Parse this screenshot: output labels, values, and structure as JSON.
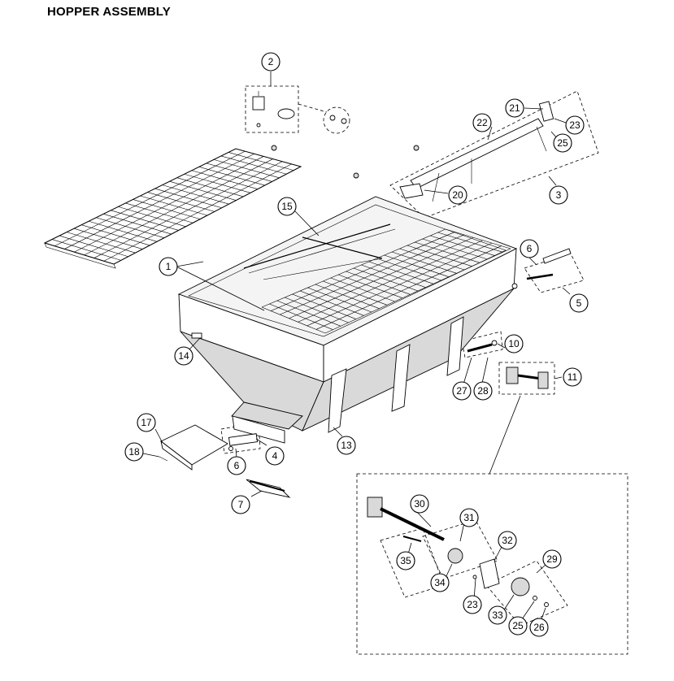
{
  "title": "HOPPER ASSEMBLY",
  "callouts": [
    "1",
    "2",
    "3",
    "4",
    "5",
    "6",
    "7",
    "10",
    "11",
    "13",
    "14",
    "15",
    "17",
    "18",
    "20",
    "21",
    "22",
    "23",
    "25",
    "27",
    "28",
    "6",
    "30",
    "31",
    "32",
    "35",
    "34",
    "23",
    "33",
    "25",
    "26",
    "29"
  ],
  "colors": {
    "line": "#000000",
    "background": "#ffffff",
    "fill": "#d9d9d9"
  }
}
